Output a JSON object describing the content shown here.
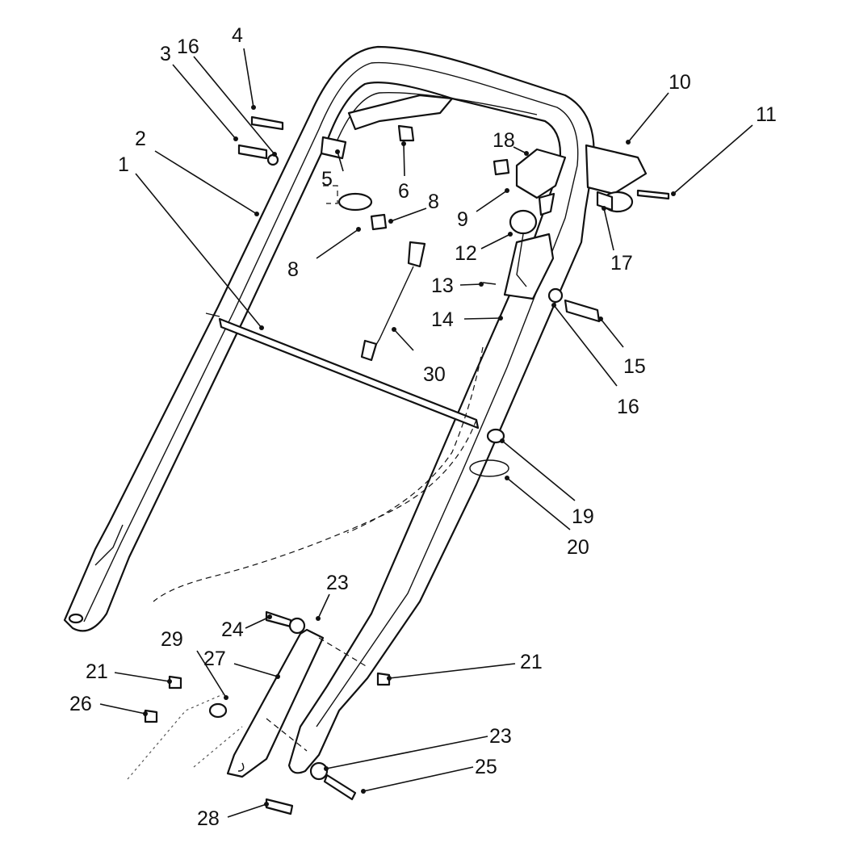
{
  "callouts": [
    {
      "id": "c1",
      "text": "1"
    },
    {
      "id": "c2",
      "text": "2"
    },
    {
      "id": "c3",
      "text": "3"
    },
    {
      "id": "c16a",
      "text": "16"
    },
    {
      "id": "c4",
      "text": "4"
    },
    {
      "id": "c5",
      "text": "5"
    },
    {
      "id": "c6",
      "text": "6"
    },
    {
      "id": "c8a",
      "text": "8"
    },
    {
      "id": "c8b",
      "text": "8"
    },
    {
      "id": "c18",
      "text": "18"
    },
    {
      "id": "c9",
      "text": "9"
    },
    {
      "id": "c10",
      "text": "10"
    },
    {
      "id": "c11",
      "text": "11"
    },
    {
      "id": "c17",
      "text": "17"
    },
    {
      "id": "c12",
      "text": "12"
    },
    {
      "id": "c13",
      "text": "13"
    },
    {
      "id": "c14",
      "text": "14"
    },
    {
      "id": "c15",
      "text": "15"
    },
    {
      "id": "c16b",
      "text": "16"
    },
    {
      "id": "c30",
      "text": "30"
    },
    {
      "id": "c19",
      "text": "19"
    },
    {
      "id": "c20",
      "text": "20"
    },
    {
      "id": "c23a",
      "text": "23"
    },
    {
      "id": "c24",
      "text": "24"
    },
    {
      "id": "c29",
      "text": "29"
    },
    {
      "id": "c27",
      "text": "27"
    },
    {
      "id": "c21a",
      "text": "21"
    },
    {
      "id": "c26",
      "text": "26"
    },
    {
      "id": "c21b",
      "text": "21"
    },
    {
      "id": "c23b",
      "text": "23"
    },
    {
      "id": "c25",
      "text": "25"
    },
    {
      "id": "c28",
      "text": "28"
    }
  ]
}
